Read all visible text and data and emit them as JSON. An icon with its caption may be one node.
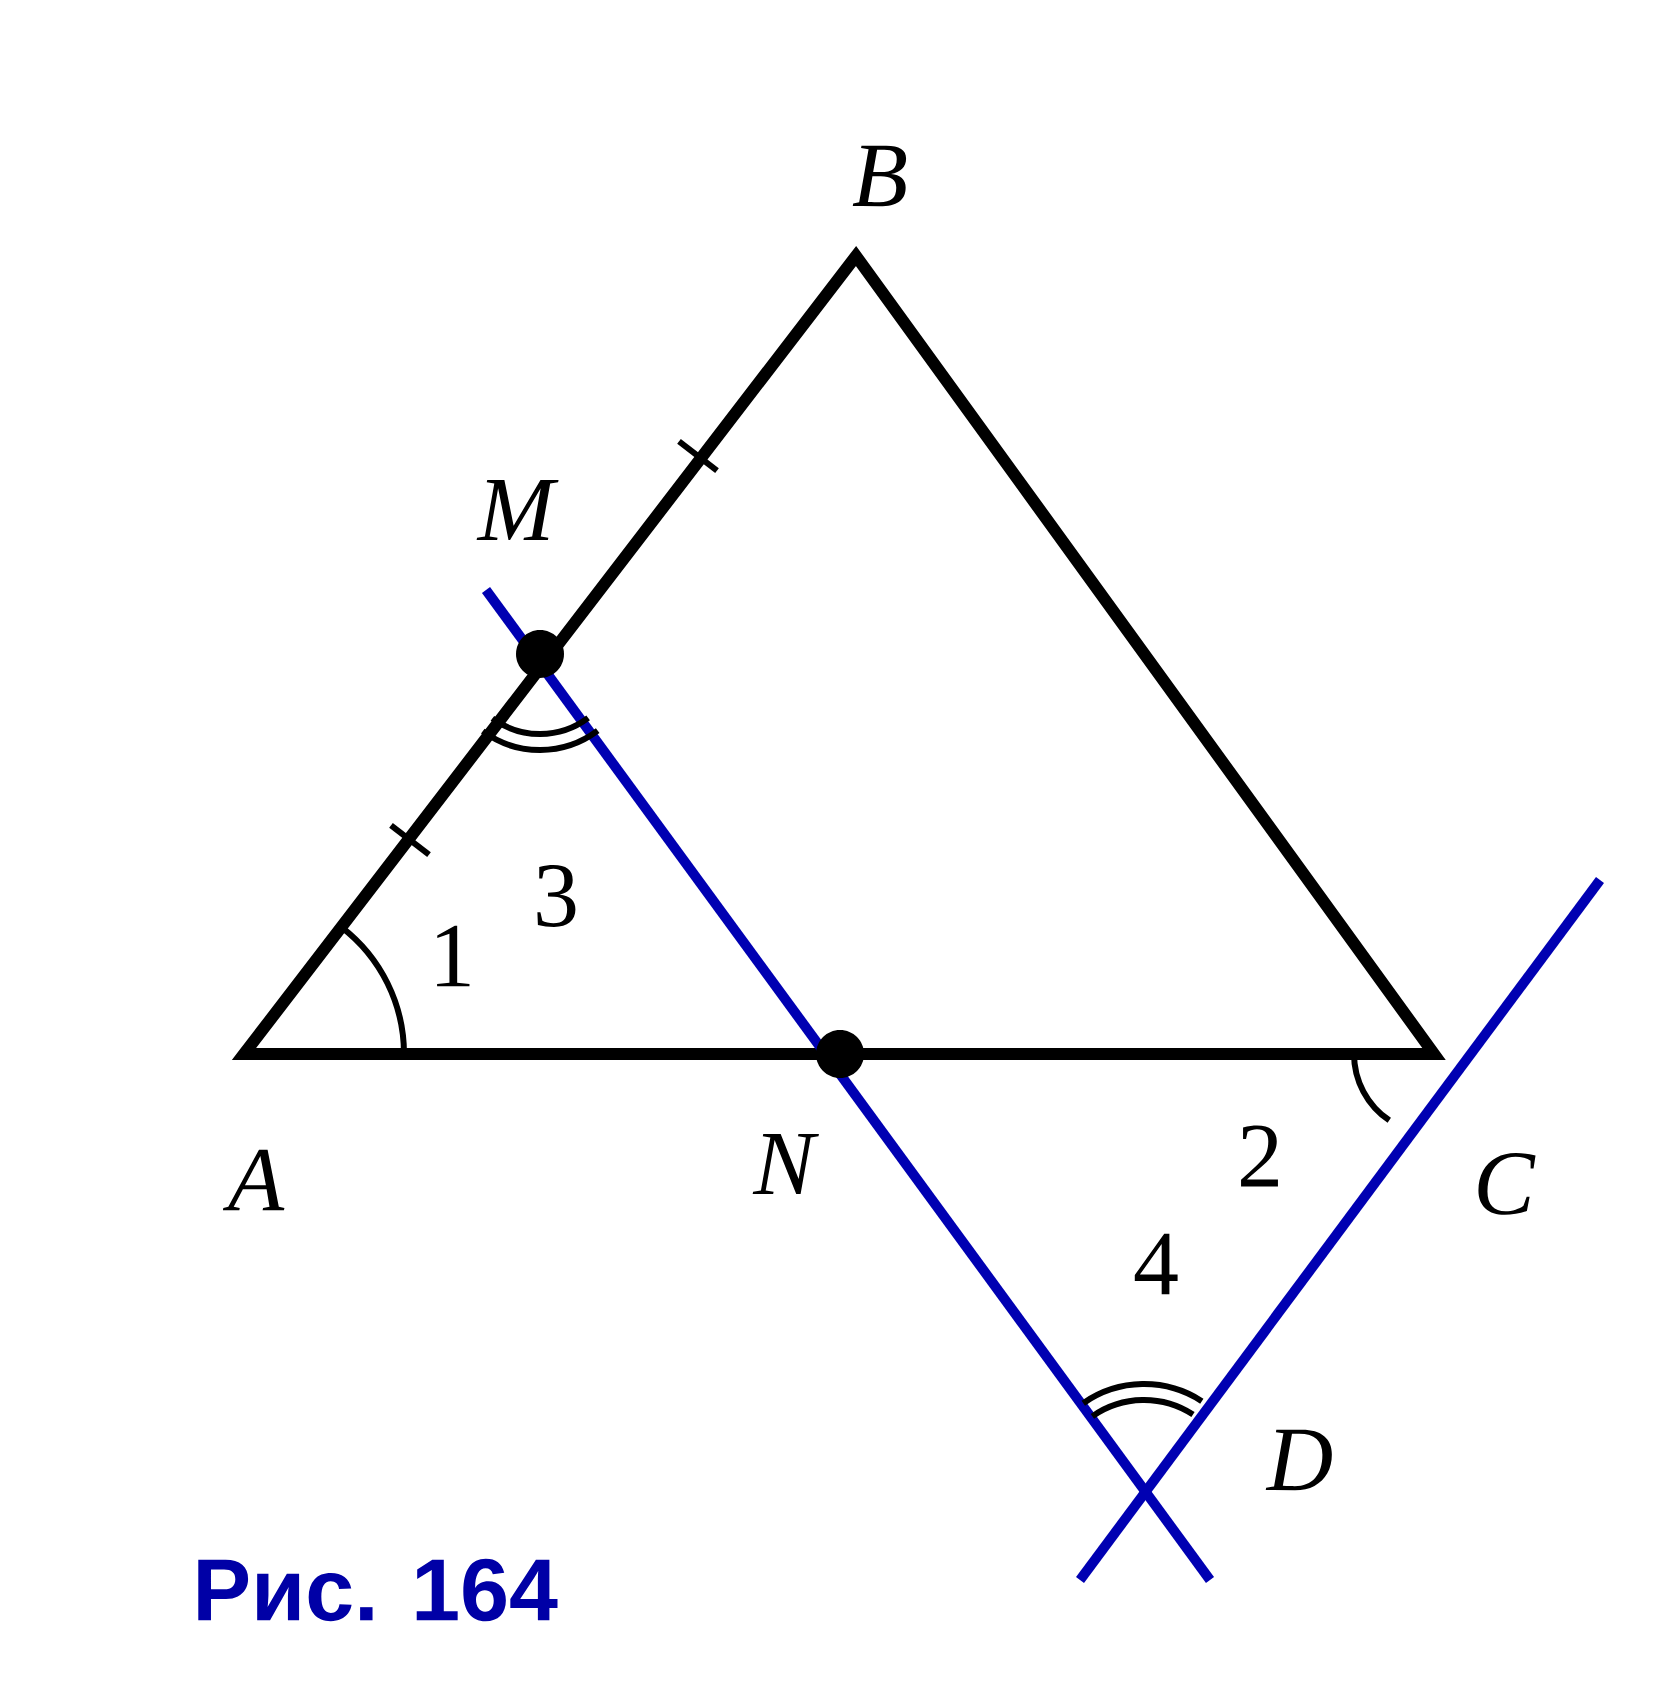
{
  "diagram": {
    "caption": "Рис. 164",
    "labels": [
      "B",
      "M",
      "3",
      "1",
      "A",
      "N",
      "2",
      "C",
      "4",
      "D"
    ]
  }
}
